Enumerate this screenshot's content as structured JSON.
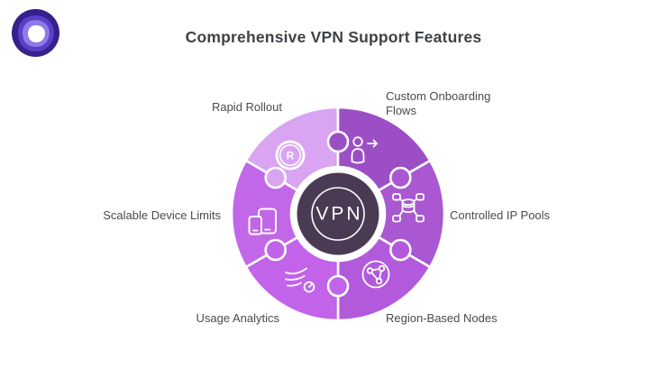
{
  "title": {
    "text": "Comprehensive VPN Support Features",
    "color": "#3e4247"
  },
  "logo": {
    "name": "vpn-brand-logo",
    "outer_color": "#36208C",
    "mid_ring_color": "#5A3FC8",
    "inner_ring_color": "#8E7AE8",
    "core_color": "#FFFFFF"
  },
  "diagram": {
    "type": "puzzle-wheel",
    "center": {
      "label": "VPN",
      "fill": "#4B3A54",
      "text_color": "#FFFFFF"
    },
    "label_color": "#4b4b4b",
    "segments": [
      {
        "label": "Rapid Rollout",
        "color": "#D9A4F2",
        "icon": "gear-r-badge",
        "icon_letter": "R",
        "position": "top-left"
      },
      {
        "label": "Custom Onboarding Flows",
        "color": "#9C4FC5",
        "icon": "user-arrow",
        "position": "top-right"
      },
      {
        "label": "Controlled IP Pools",
        "color": "#A958D2",
        "icon": "database-cluster",
        "position": "right"
      },
      {
        "label": "Region-Based Nodes",
        "color": "#B35ADC",
        "icon": "globe-network",
        "position": "bottom-right"
      },
      {
        "label": "Usage Analytics",
        "color": "#C263E9",
        "icon": "flow-gauge",
        "position": "bottom-left"
      },
      {
        "label": "Scalable Device Limits",
        "color": "#C167E8",
        "icon": "devices",
        "position": "left"
      }
    ]
  }
}
